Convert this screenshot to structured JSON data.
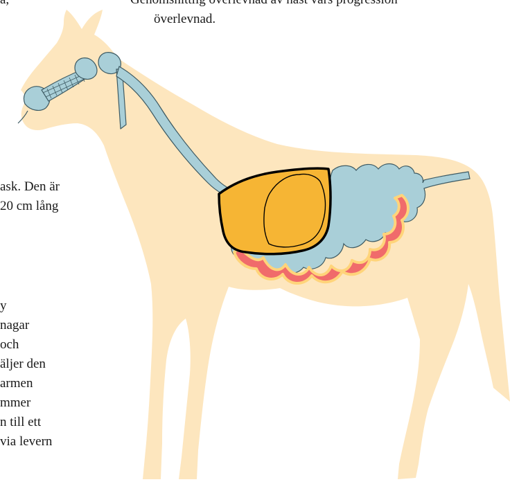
{
  "top_caption": {
    "line1_left": "a,",
    "line1_right": "Genomsnittlig överlevnad av häst vars progression",
    "line2": "överlevnad."
  },
  "left_text_mid": [
    "ask. Den är",
    "20 cm lång"
  ],
  "left_text_bottom": [
    "y",
    "nagar",
    "och",
    "äljer den",
    "armen",
    "mmer",
    "n till ett",
    "via levern"
  ],
  "colors": {
    "horse_silhouette": "#fde6be",
    "digestive_tract": "#a9cfd8",
    "tract_outline": "#3d5a63",
    "liver": "#f6b534",
    "liver_outline": "#000000",
    "intestine_red": "#f06b6b",
    "intestine_yellow": "#ffd47a"
  },
  "icons": [
    "horse-silhouette",
    "digestive-system",
    "liver",
    "small-intestine"
  ]
}
